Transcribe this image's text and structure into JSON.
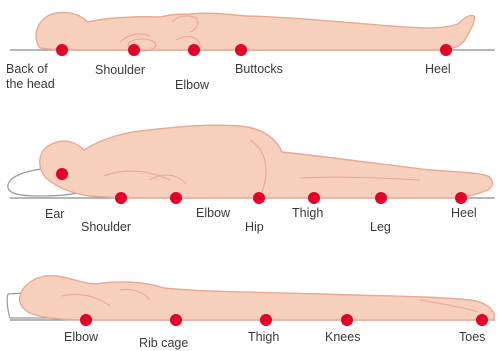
{
  "positions": [
    {
      "points": [
        "Back of\nthe head",
        "Shoulder",
        "Elbow",
        "Buttocks",
        "Heel"
      ]
    },
    {
      "points": [
        "Ear",
        "Shoulder",
        "Elbow",
        "Hip",
        "Thigh",
        "Leg",
        "Heel"
      ]
    },
    {
      "points": [
        "Elbow",
        "Rib cage",
        "Thigh",
        "Knees",
        "Toes"
      ]
    }
  ],
  "colors": {
    "dot": "#e3002b",
    "skin": "#f7cfbd",
    "outline": "#e7a994",
    "label": "#3a3a3a"
  },
  "icons": [
    "pressure-point-dot",
    "pillow"
  ]
}
